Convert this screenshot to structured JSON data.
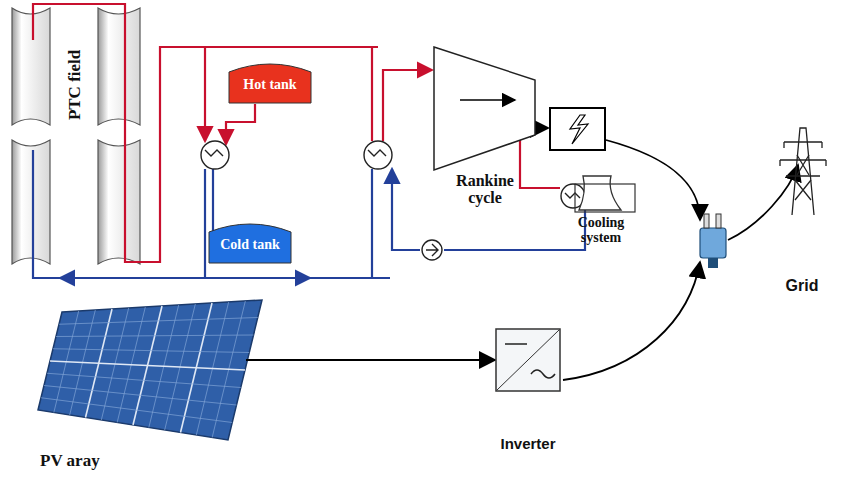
{
  "diagram": {
    "nodes": [
      {
        "text": [
          "PTC field"
        ]
      },
      {
        "text": [
          "Hot tank"
        ]
      },
      {
        "text": [
          "Cold tank"
        ]
      },
      {
        "text": [
          "Rankine cycle"
        ]
      },
      {
        "text": [
          "Cooling system"
        ]
      },
      {
        "text": [
          "Grid"
        ]
      },
      {
        "text": [
          "PV aray"
        ]
      },
      {
        "text": [
          "Inverter"
        ]
      }
    ],
    "edges": [
      {
        "from": 6,
        "to": 7,
        "arrow": "to"
      }
    ]
  }
}
